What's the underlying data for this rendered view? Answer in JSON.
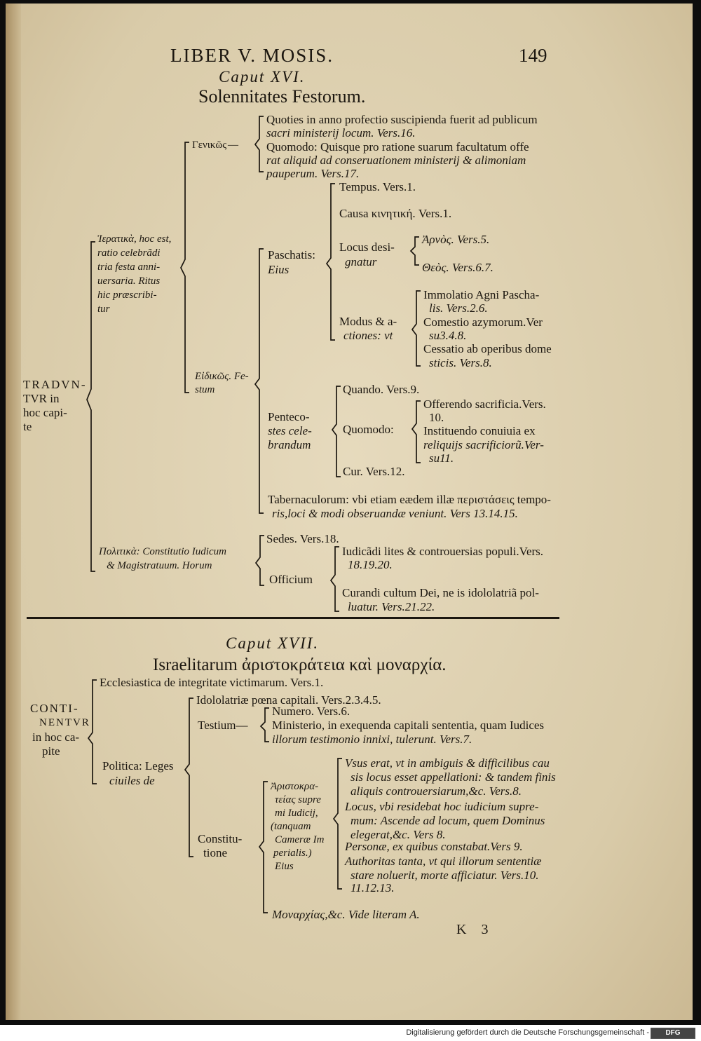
{
  "header": {
    "running_title": "LIBER V. MOSIS.",
    "page_number": "149"
  },
  "chapter16": {
    "caput": "Caput XVI.",
    "title": "Solennitates Festorum.",
    "root": [
      "TRADVN-",
      "TVR in",
      "hoc capi-",
      "te"
    ],
    "hieratika": [
      "Ἱερατικὰ, hoc est,",
      "ratio celebrãdi",
      "tria festa anni-",
      "uersaria. Ritus",
      "hic præscribi-",
      "tur"
    ],
    "genikos": "Γενικῶς",
    "genikos_items": [
      [
        "Quoties in anno profectio suscipienda fuerit ad publicum",
        "sacri ministerij locum. Vers.16."
      ],
      [
        "Quomodo: Quisque pro ratione suarum facultatum offe",
        "rat aliquid ad conseruationem ministerij & alimoniam",
        "pauperum. Vers.17."
      ]
    ],
    "eidikos": [
      "Εἰδικῶς. Fe-",
      "stum"
    ],
    "paschatis": [
      "Paschatis:",
      "Eius"
    ],
    "paschatis_items": {
      "tempus": "Tempus. Vers.1.",
      "causa": "Causa κινητική. Vers.1.",
      "locus": [
        "Locus desi-",
        "gnatur"
      ],
      "locus_items": [
        "Ἀρνὸς. Vers.5.",
        "Θεὸς. Vers.6.7."
      ],
      "modus": [
        "Modus & a-",
        "ctiones: vt"
      ],
      "modus_items": [
        [
          "Immolatio Agni Pascha-",
          "lis. Vers.2.6."
        ],
        [
          "Comestio azymorum.Ver",
          "su3.4.8."
        ],
        [
          "Cessatio ab operibus dome",
          "sticis. Vers.8."
        ]
      ]
    },
    "pentecostes": [
      "Penteco-",
      "stes cele-",
      "brandum"
    ],
    "pentecostes_items": {
      "quando": "Quando. Vers.9.",
      "quomodo": "Quomodo:",
      "quomodo_items": [
        [
          "Offerendo sacrificia.Vers.",
          "10."
        ],
        [
          "Instituendo conuiuia ex",
          "reliquijs sacrificiorũ.Ver-",
          "su11."
        ]
      ],
      "cur": "Cur. Vers.12."
    },
    "tabernaculorum": [
      "Tabernaculorum: vbi etiam eædem illæ περιστάσεις tempo-",
      "ris,loci & modi obseruandæ veniunt. Vers 13.14.15."
    ],
    "politika": [
      "Πολιτικὰ: Constitutio Iudicum",
      "& Magistratuum. Horum"
    ],
    "sedes": "Sedes. Vers.18.",
    "officium": "Officium",
    "officium_items": [
      [
        "Iudicãdi lites & controuersias populi.Vers.",
        "18.19.20."
      ],
      [
        "Curandi cultum Dei, ne is idololatriã pol-",
        "luatur. Vers.21.22."
      ]
    ]
  },
  "chapter17": {
    "caput": "Caput XVII.",
    "title": "Israelitarum ἀριστοκράτεια καὶ μοναρχία.",
    "root": [
      "CONTI-",
      "NENTVR",
      "in hoc ca-",
      "pite"
    ],
    "ecclesiastica": "Ecclesiastica de integritate victimarum. Vers.1.",
    "politica": [
      "Politica: Leges",
      "ciuiles de"
    ],
    "idololatria": "Idololatriæ pœna capitali. Vers.2.3.4.5.",
    "testium": "Testium—",
    "testium_items": [
      [
        "Numero. Vers.6."
      ],
      [
        "Ministerio, in exequenda capitali sententia, quam Iudices",
        "illorum testimonio innixi, tulerunt. Vers.7."
      ]
    ],
    "constitutione": [
      "Constitu-",
      "tione"
    ],
    "aristokratia": [
      "Ἀριστοκρα-",
      "τείας supre",
      "mi Iudicij,",
      "(tanquam",
      "Cameræ Im",
      "perialis.)",
      "Eius"
    ],
    "aristokratia_items": [
      [
        "Vsus erat, vt in ambiguis & difficilibus cau",
        "sis locus esset appellationi: & tandem finis",
        "aliquis controuersiarum,&c. Vers.8."
      ],
      [
        "Locus, vbi residebat hoc iudicium supre-",
        "mum: Ascende ad locum, quem Dominus",
        "elegerat,&c. Vers 8."
      ],
      [
        "Personæ, ex quibus constabat.Vers 9."
      ],
      [
        "Authoritas tanta, vt qui illorum sententiæ",
        "stare noluerit, morte afficiatur. Vers.10.",
        "11.12.13."
      ]
    ],
    "monarchia": "Μοναρχίας,&c. Vide literam A."
  },
  "signature": "K 3",
  "footer": {
    "credit": "Digitalisierung gefördert durch die Deutsche Forschungsgemeinschaft -",
    "logo": "DFG"
  }
}
